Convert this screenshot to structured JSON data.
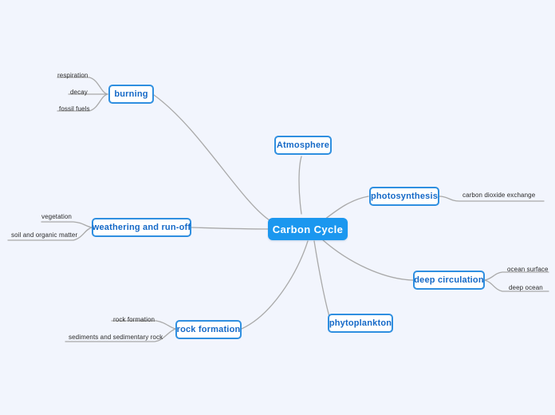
{
  "canvas": {
    "background_color": "#f2f5fd",
    "link_color": "#a9a9a9",
    "accent_color": "#1b97ef",
    "node_border_color": "#2f8fe0",
    "node_text_color": "#1569c7",
    "leaf_text_color": "#2b2b2b"
  },
  "mindmap": {
    "root": {
      "label": "Carbon Cycle"
    },
    "branches": [
      {
        "label": "burning",
        "children": [
          {
            "label": "respiration"
          },
          {
            "label": "decay"
          },
          {
            "label": "fossil fuels"
          }
        ]
      },
      {
        "label": "Atmosphere",
        "children": []
      },
      {
        "label": "photosynthesis",
        "children": [
          {
            "label": "carbon dioxide exchange"
          }
        ]
      },
      {
        "label": "weathering and run-off",
        "children": [
          {
            "label": "vegetation"
          },
          {
            "label": "soil and organic matter"
          }
        ]
      },
      {
        "label": "deep circulation",
        "children": [
          {
            "label": "ocean surface"
          },
          {
            "label": "deep ocean"
          }
        ]
      },
      {
        "label": "rock formation",
        "children": [
          {
            "label": "rock formation"
          },
          {
            "label": "sediments and sedimentary rock"
          }
        ]
      },
      {
        "label": "phytoplankton",
        "children": []
      }
    ]
  }
}
